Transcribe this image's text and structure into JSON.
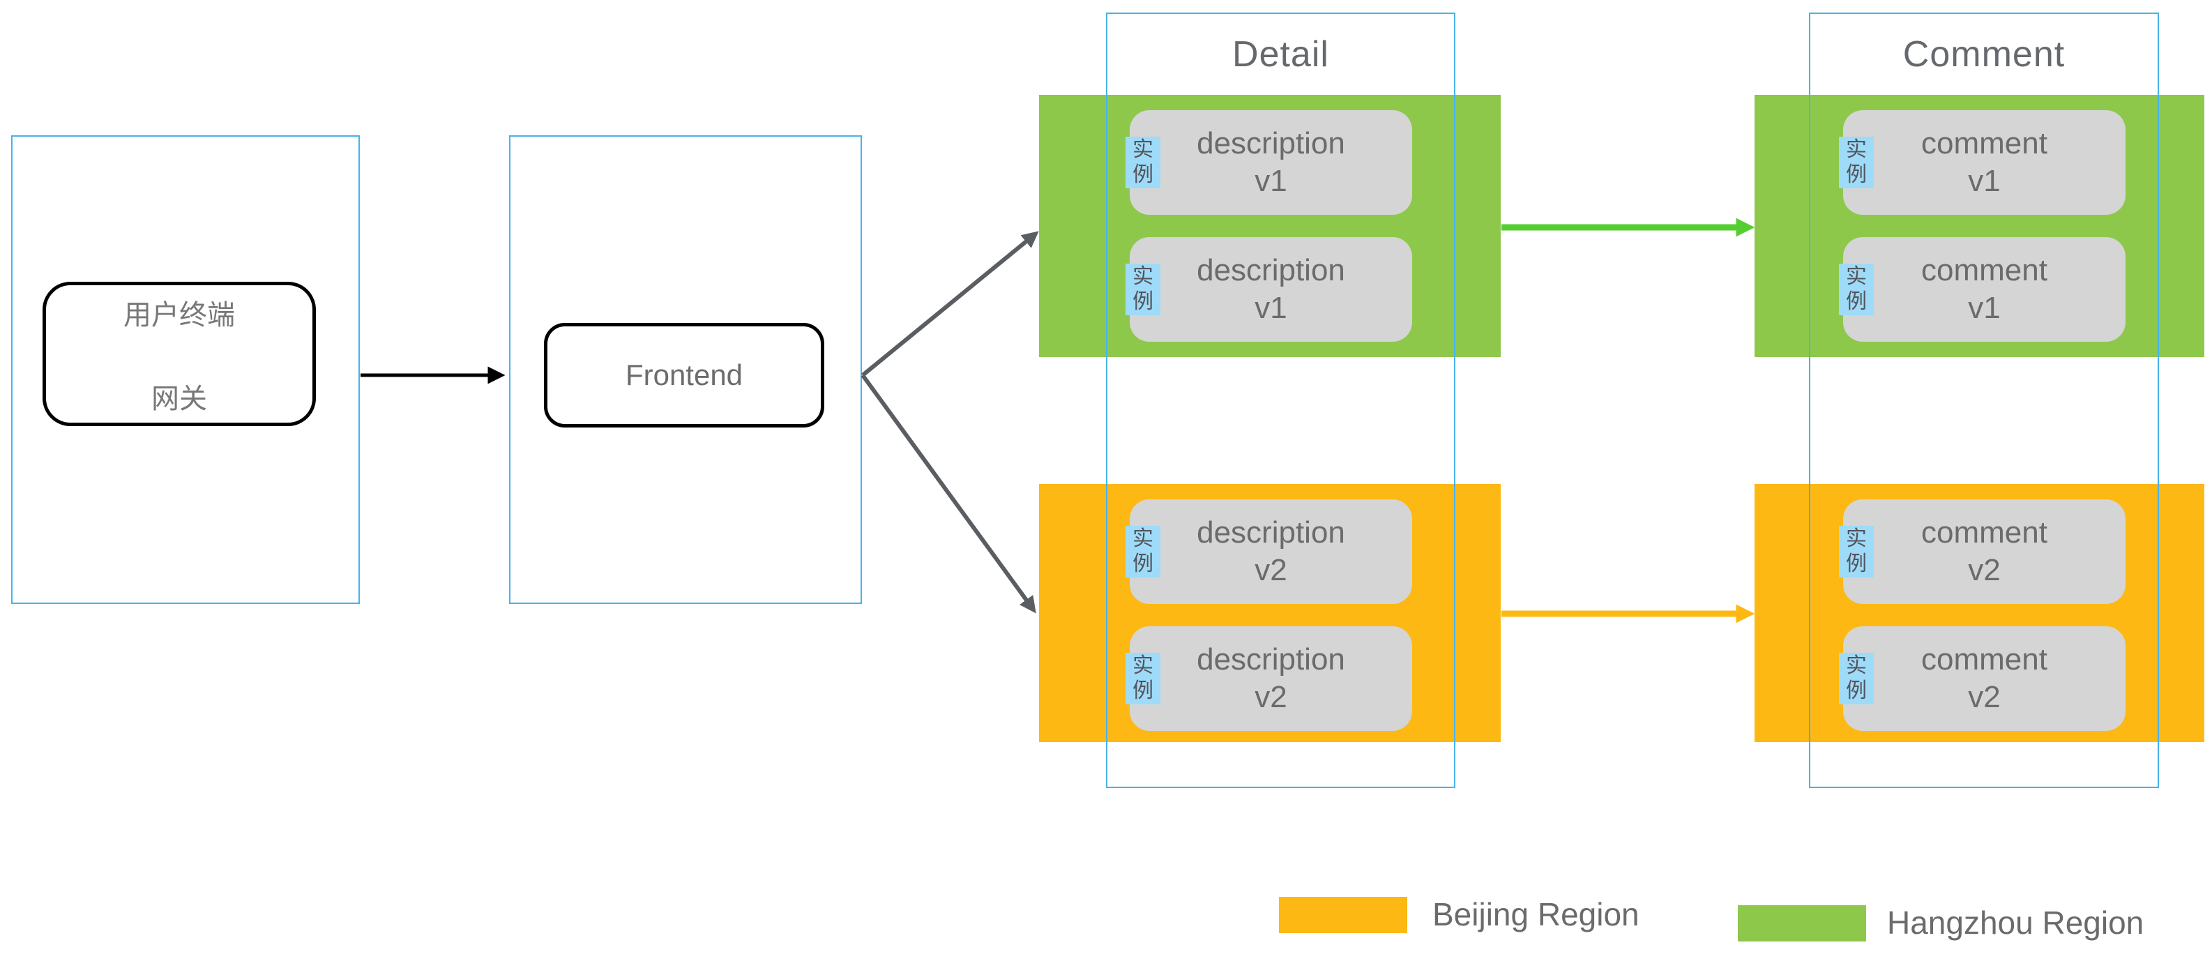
{
  "diagram": {
    "nodes": {
      "user_gateway": {
        "line1": "用户终端",
        "line2": "网关"
      },
      "frontend": {
        "label": "Frontend"
      }
    },
    "columns": {
      "detail": {
        "title": "Detail"
      },
      "comment": {
        "title": "Comment"
      }
    },
    "instance_tag": {
      "char1": "实",
      "char2": "例"
    },
    "regions": {
      "hangzhou_detail": {
        "instances": [
          {
            "line1": "description",
            "line2": "v1"
          },
          {
            "line1": "description",
            "line2": "v1"
          }
        ]
      },
      "beijing_detail": {
        "instances": [
          {
            "line1": "description",
            "line2": "v2"
          },
          {
            "line1": "description",
            "line2": "v2"
          }
        ]
      },
      "hangzhou_comment": {
        "instances": [
          {
            "line1": "comment",
            "line2": "v1"
          },
          {
            "line1": "comment",
            "line2": "v1"
          }
        ]
      },
      "beijing_comment": {
        "instances": [
          {
            "line1": "comment",
            "line2": "v2"
          },
          {
            "line1": "comment",
            "line2": "v2"
          }
        ]
      }
    },
    "legend": {
      "beijing": {
        "label": "Beijing Region",
        "color": "#FDB813"
      },
      "hangzhou": {
        "label": "Hangzhou Region",
        "color": "#8DC84B"
      }
    },
    "colors": {
      "beijing_region_orange": "#FDB813",
      "hangzhou_region_green": "#8DC84B",
      "instance_box_gray": "#D5D5D5",
      "instance_tag_blue": "#9EDBF8",
      "column_border_blue": "#47B3EB",
      "green_arrow": "#55CE31",
      "orange_arrow": "#FDB813",
      "gray_arrow": "#5A5E63",
      "text_gray": "#6B6B6B"
    }
  }
}
